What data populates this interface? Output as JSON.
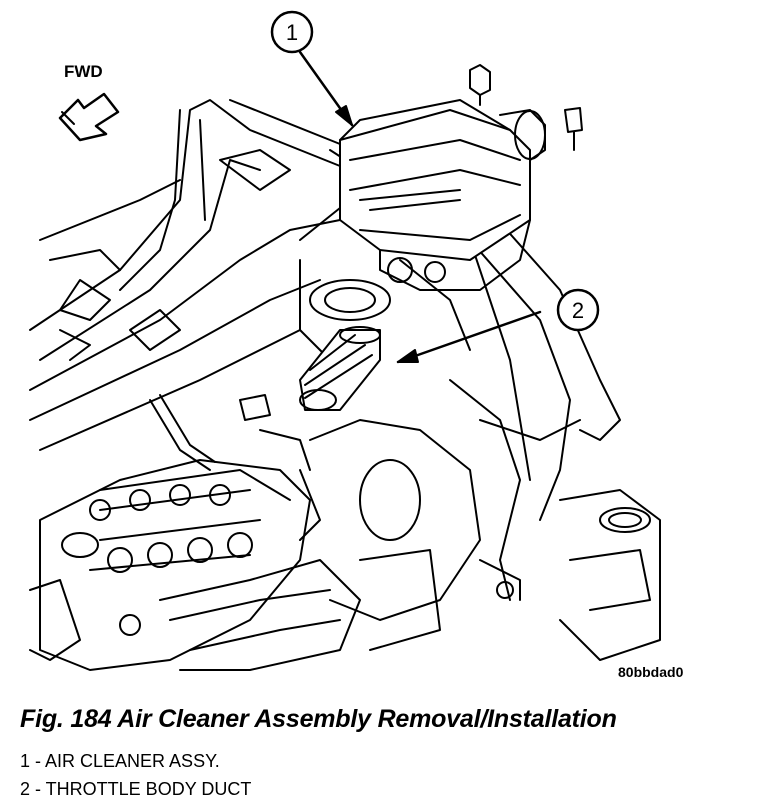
{
  "orientation_label": "FWD",
  "image_id": "80bbdad0",
  "callouts": [
    {
      "number": "1"
    },
    {
      "number": "2"
    }
  ],
  "caption": "Fig. 184 Air Cleaner Assembly Removal/Installation",
  "legend": [
    "1 - AIR CLEANER ASSY.",
    "2 - THROTTLE BODY DUCT"
  ]
}
